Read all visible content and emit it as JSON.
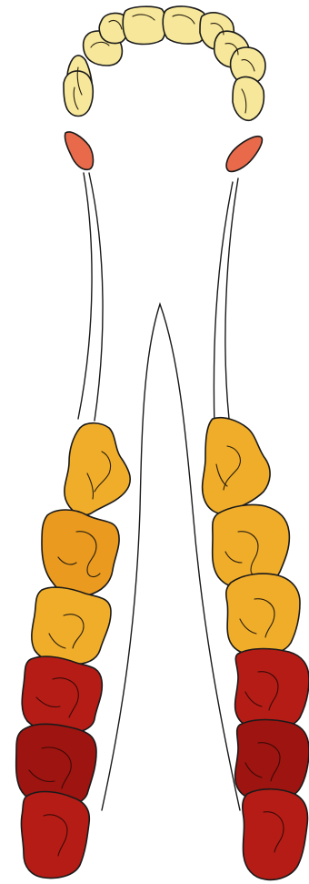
{
  "figure": {
    "kind": "dental arch and jaw illustration",
    "colors": {
      "incisor_fill": "#f6e79a",
      "canine_fill": "#e86a4a",
      "premolar_fill": "#f0ad2a",
      "premolar_fill_alt": "#e99a1f",
      "molar_fill": "#b51c16",
      "molar_fill_alt": "#9e1410",
      "outline": "#1a1a1a",
      "background": "#ffffff"
    },
    "groups": [
      {
        "name": "front-teeth",
        "count": 10
      },
      {
        "name": "canines",
        "count": 2
      },
      {
        "name": "left-cheek-teeth",
        "count": 6
      },
      {
        "name": "right-cheek-teeth",
        "count": 6
      }
    ]
  }
}
